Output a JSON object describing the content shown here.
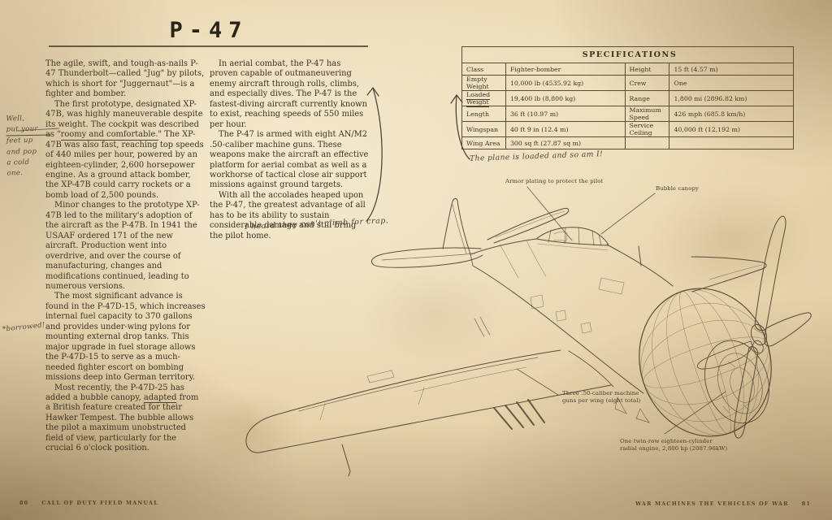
{
  "page": {
    "title": "P-47",
    "colors": {
      "paper": "#e4d0a6",
      "ink": "#3a3125",
      "line_ink": "#4d4233"
    },
    "footer": {
      "left_page_number": "80",
      "left_text": "CALL OF DUTY FIELD MANUAL",
      "right_text": "WAR MACHINES THE VEHICLES OF WAR",
      "right_page_number": "81"
    }
  },
  "article": {
    "col1": {
      "p1": "The agile, swift, and tough-as-nails P-47 Thunderbolt—called \"Jug\" by pilots, which is short for \"Juggernaut\"—is a fighter and bomber.",
      "p2_pre": "The first prototype, designated XP-47B, was highly maneuverable despite its weight. The cockpit was described as \"",
      "p2_underlined": "roomy and comfortable.",
      "p2_post": "\" The XP-47B was also fast, reaching top speeds of 440 miles per hour, powered by an eighteen-cylinder, 2,600 horsepower engine. As a ground attack bomber, the XP-47B could carry rockets or a bomb load of 2,500 pounds.",
      "p3": "Minor changes to the prototype XP-47B led to the military's adoption of the aircraft as the P-47B. In 1941 the USAAF ordered 171 of the new aircraft. Production went into overdrive, and over the course of manufacturing, changes and modifications continued, leading to numerous versions.",
      "p4": "The most significant advance is found in the P-47D-15, which increases internal fuel capacity to 370 gallons and provides under-wing pylons for mounting external drop tanks. This major upgrade in fuel storage allows the P-47D-15 to serve as a much-needed fighter escort on bombing missions deep into German territory.",
      "p5_pre": "Most recently, the P-47D-25 has added a bubble canopy, ",
      "p5_underlined": "adapted",
      "p5_post": " from a British feature created for their Hawker Tempest. The bubble allows the pilot a maximum unobstructed field of view, particularly for the crucial 6 o'clock position."
    },
    "col2": {
      "p1": "In aerial combat, the P-47 has proven capable of outmaneuvering enemy aircraft through rolls, climbs, and especially dives. The P-47 is the fastest-diving aircraft currently known to exist, reaching speeds of 550 miles per hour.",
      "p2": "The P-47 is armed with eight AN/M2 .50-caliber machine guns. These weapons make the aircraft an effective platform for aerial combat as well as a workhorse of tactical close air support missions against ground targets.",
      "p3": "With all the accolades heaped upon the P-47, the greatest advantage of all has to be its ability to sustain considerable damage and still bring the pilot home."
    }
  },
  "annotations": {
    "margin_note_lines": [
      "Well,",
      "put your",
      "feet up",
      "and pop",
      "a cold",
      "one."
    ],
    "borrowed_note": "*borrowed!",
    "climb_note": "I heard they can't climb for crap.",
    "loaded_note": "The plane is loaded and so am I!"
  },
  "specs": {
    "title": "SPECIFICATIONS",
    "rows": [
      [
        "Class",
        "Fighter-bomber",
        "Height",
        "15 ft (4.57 m)"
      ],
      [
        "Empty Weight",
        "10,000 lb (4535.92 kg)",
        "Crew",
        "One"
      ],
      [
        "Loaded Weight",
        "19,400 lb (8,800 kg)",
        "Range",
        "1,800 mi (2896.82 km)"
      ],
      [
        "Length",
        "36 ft (10.97 m)",
        "Maximum Speed",
        "426 mph (685.8 km/h)"
      ],
      [
        "Wingspan",
        "40 ft 9 in (12.4 m)",
        "Service Ceiling",
        "40,000 ft (12,192 m)"
      ],
      [
        "Wing Area",
        "300 sq ft (27.87 sq m)",
        "",
        ""
      ]
    ]
  },
  "callouts": {
    "armor": "Armor plating to protect the pilot",
    "canopy": "Bubble canopy",
    "guns_line1": "Three .50-caliber machine",
    "guns_line2": "guns per wing (eight total)",
    "engine_line1": "One twin-row eighteen-cylinder",
    "engine_line2": "radial engine, 2,800 hp (2087.96kW)"
  }
}
